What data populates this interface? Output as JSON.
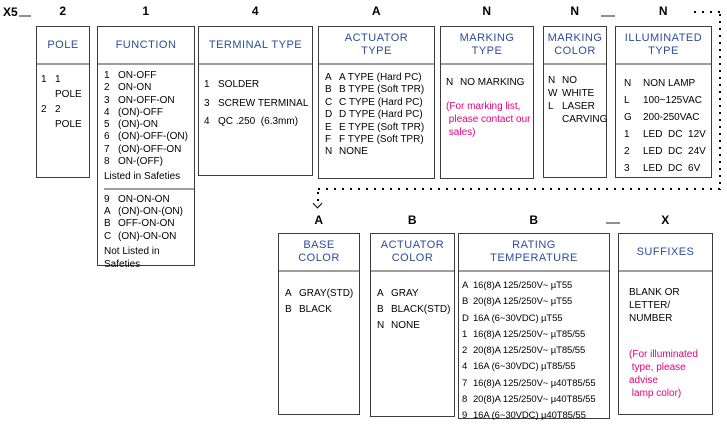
{
  "prefix": "X5",
  "colors": {
    "header_blue": "#2b4d9b",
    "note_magenta": "#e0007f",
    "dash_gray": "#8f8f8f"
  },
  "sections": [
    {
      "code": "2",
      "title": "POLE",
      "items": [
        {
          "code": "1",
          "label": "1 POLE"
        },
        {
          "code": "2",
          "label": "2 POLE"
        }
      ]
    },
    {
      "code": "1",
      "title": "FUNCTION",
      "items": [
        {
          "code": "1",
          "label": "ON-OFF"
        },
        {
          "code": "2",
          "label": "ON-ON"
        },
        {
          "code": "3",
          "label": "ON-OFF-ON"
        },
        {
          "code": "4",
          "label": "(ON)-OFF"
        },
        {
          "code": "5",
          "label": "(ON)-ON"
        },
        {
          "code": "6",
          "label": "(ON)-OFF-(ON)"
        },
        {
          "code": "7",
          "label": "(ON)-OFF-ON"
        },
        {
          "code": "8",
          "label": "ON-(OFF)"
        },
        {
          "type": "note",
          "label": "Listed in Safeties"
        },
        {
          "type": "divider"
        },
        {
          "code": "9",
          "label": "ON-ON-ON"
        },
        {
          "code": "A",
          "label": "(ON)-ON-(ON)"
        },
        {
          "code": "B",
          "label": "OFF-ON-ON"
        },
        {
          "code": "C",
          "label": "(ON)-ON-ON"
        },
        {
          "type": "note",
          "label": "Not Listed in\nSafeties"
        }
      ]
    },
    {
      "code": "4",
      "title": "TERMINAL TYPE",
      "items": [
        {
          "code": "1",
          "label": "SOLDER"
        },
        {
          "code": "3",
          "label": "SCREW TERMINAL"
        },
        {
          "code": "4",
          "label": "QC .250  (6.3mm)"
        }
      ]
    },
    {
      "code": "A",
      "title": "ACTUATOR\nTYPE",
      "items": [
        {
          "code": "A",
          "label": "A TYPE (Hard PC)"
        },
        {
          "code": "B",
          "label": "B TYPE (Soft TPR)"
        },
        {
          "code": "C",
          "label": "C TYPE (Hard PC)"
        },
        {
          "code": "D",
          "label": "D TYPE (Hard PC)"
        },
        {
          "code": "E",
          "label": "E TYPE (Soft TPR)"
        },
        {
          "code": "F",
          "label": "F TYPE (Soft TPR)"
        },
        {
          "code": "N",
          "label": "NONE"
        }
      ]
    },
    {
      "code": "N",
      "title": "MARKING\nTYPE",
      "items": [
        {
          "code": "N",
          "label": "NO MARKING"
        },
        {
          "type": "note",
          "color": "#e0007f",
          "label": "(For marking list,\n please contact our\n sales)"
        }
      ]
    },
    {
      "code": "N",
      "title": "MARKING\nCOLOR",
      "items": [
        {
          "code": "N",
          "label": "NO"
        },
        {
          "code": "W",
          "label": "WHITE"
        },
        {
          "code": "L",
          "label": "LASER\nCARVING"
        }
      ]
    },
    {
      "code": "N",
      "title": "ILLUMINATED\nTYPE",
      "items": [
        {
          "code": "N",
          "label": "NON LAMP"
        },
        {
          "code": "L",
          "label": "100~125VAC"
        },
        {
          "code": "G",
          "label": "200-250VAC"
        },
        {
          "code": "1",
          "label": "LED  DC  12V"
        },
        {
          "code": "2",
          "label": "LED  DC  24V"
        },
        {
          "code": "3",
          "label": "LED  DC  6V"
        }
      ]
    },
    {
      "code": "A",
      "title": "BASE\nCOLOR",
      "items": [
        {
          "code": "A",
          "label": "GRAY(STD)"
        },
        {
          "code": "B",
          "label": "BLACK"
        }
      ]
    },
    {
      "code": "B",
      "title": "ACTUATOR\nCOLOR",
      "items": [
        {
          "code": "A",
          "label": "GRAY"
        },
        {
          "code": "B",
          "label": "BLACK(STD)"
        },
        {
          "code": "N",
          "label": "NONE"
        }
      ]
    },
    {
      "code": "B",
      "title": "RATING\nTEMPERATURE",
      "items": [
        {
          "code": "A",
          "label": "16(8)A 125/250V~ µT55"
        },
        {
          "code": "B",
          "label": "20(8)A 125/250V~ µT55"
        },
        {
          "code": "D",
          "label": "16A (6~30VDC) µT55"
        },
        {
          "code": "1",
          "label": "16(8)A 125/250V~ µT85/55"
        },
        {
          "code": "2",
          "label": "20(8)A 125/250V~ µT85/55"
        },
        {
          "code": "4",
          "label": "16A (6~30VDC) µT85/55"
        },
        {
          "code": "7",
          "label": "16(8)A 125/250V~ µ40T85/55"
        },
        {
          "code": "8",
          "label": "20(8)A 125/250V~ µ40T85/55"
        },
        {
          "code": "9",
          "label": "16A (6~30VDC) µ40T85/55"
        }
      ]
    },
    {
      "code": "X",
      "title": "SUFFIXES",
      "items": [
        {
          "type": "note",
          "label": "BLANK OR\nLETTER/\nNUMBER"
        },
        {
          "type": "note",
          "color": "#e0007f",
          "label": "(For illuminated\n type, please advise\n lamp color)"
        }
      ]
    }
  ]
}
